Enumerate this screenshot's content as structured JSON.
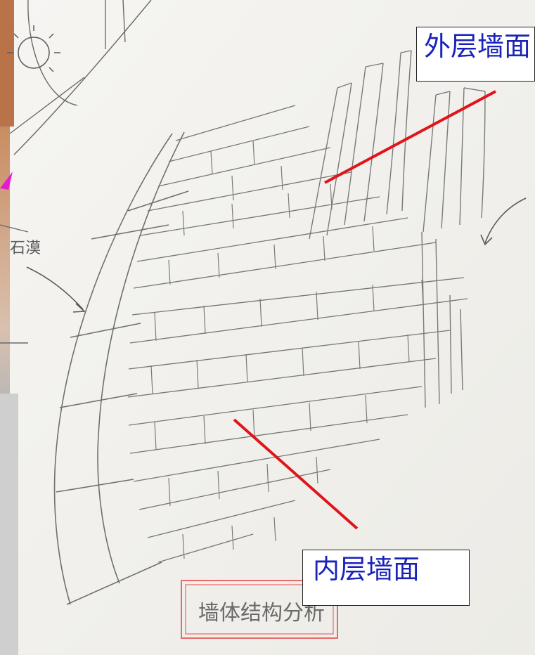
{
  "labels": {
    "outer_wall": "外层墙面",
    "inner_wall": "内层墙面",
    "note_left": "石漠",
    "note_bottom": "墙体结构分析"
  },
  "colors": {
    "paper": "#f4f2ee",
    "pencil": "#6a6a6a",
    "leader_line": "#e0141a",
    "callout_text": "#1a23b8",
    "note_box": "#e86a6a",
    "magenta_mark": "#e81ad6"
  },
  "icons": {
    "sun": "sun-sketch-icon",
    "arrows": "curved-arrow-icon"
  }
}
